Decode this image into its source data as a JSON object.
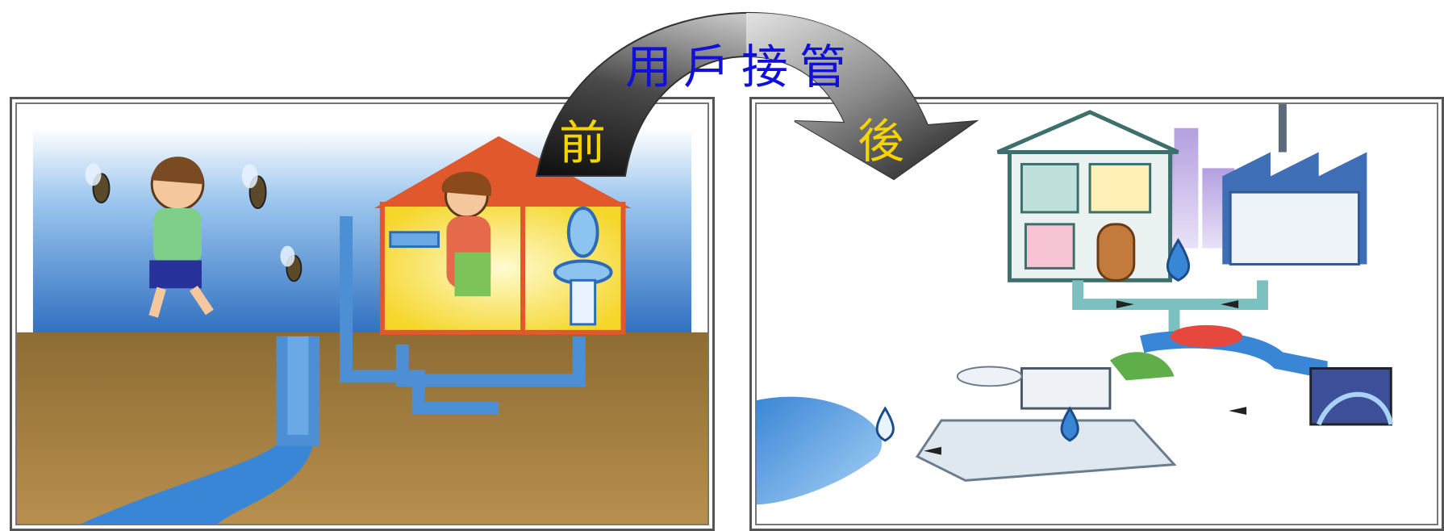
{
  "title": "用戶接管",
  "before_label": "前",
  "after_label": "後",
  "colors": {
    "title_text": "#1010d8",
    "label_text": "#f5d400",
    "arrow_dark": "#1e1e1e",
    "arrow_light": "#d8d8d8",
    "sky": "#3f7fc8",
    "ground": "#8a6a34",
    "water": "#3a86d6",
    "house_roof": "#e0582b",
    "house_wall": "#f7e14a"
  },
  "illustrations": {
    "left": "before-scene",
    "right": "after-scene"
  }
}
